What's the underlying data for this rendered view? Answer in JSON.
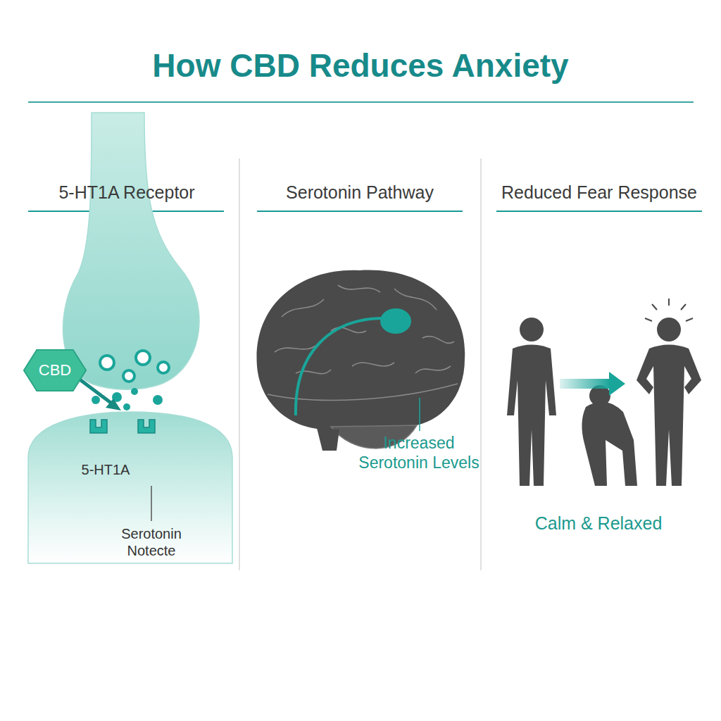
{
  "diagram": {
    "title": "How CBD Reduces Anxiety",
    "nodes": [
      {
        "text": [
          "CBD"
        ]
      }
    ],
    "labels": [
      "5-HT1A Receptor",
      "Serotonin Pathway",
      "Reduced Fear Response",
      "5-HT1A",
      "Serotonin Notecte",
      "Increased Serotonin Levels",
      "Calm & Relaxed"
    ]
  }
}
